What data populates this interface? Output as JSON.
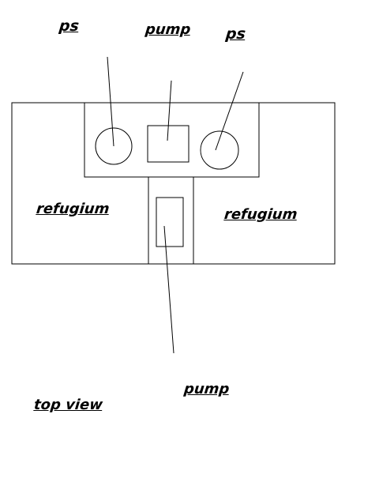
{
  "labels": {
    "ps_left": "ps",
    "pump_top": "pump",
    "ps_right": "ps",
    "refugium_left": "refugium",
    "refugium_right": "refugium",
    "pump_bottom": "pump",
    "view": "top view"
  },
  "colors": {
    "stroke": "#000000",
    "background": "#ffffff"
  }
}
